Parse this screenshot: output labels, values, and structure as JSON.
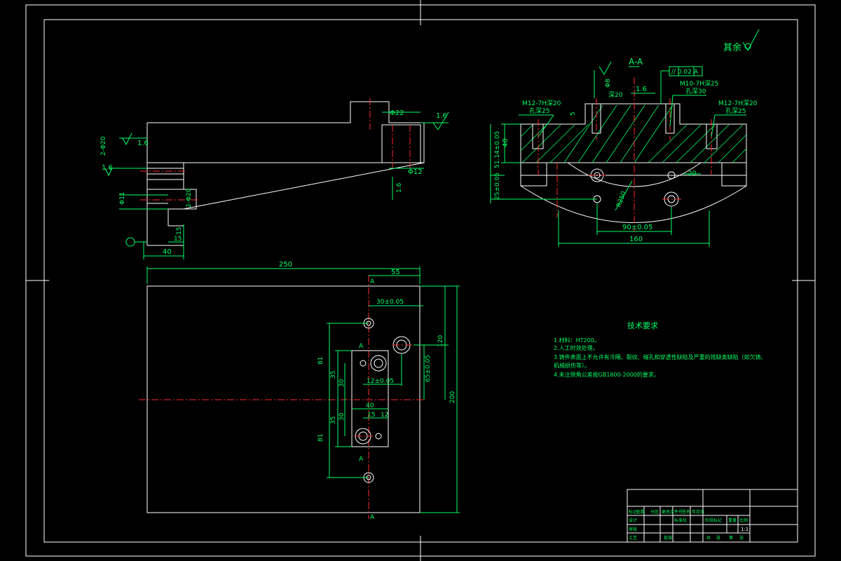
{
  "colors": {
    "background": "#000000",
    "outline": "#ffffff",
    "dimension": "#00ff66",
    "centerline": "#ff2a2a"
  },
  "roughness_note": "其余",
  "section_label": "A-A",
  "side_view": {
    "dims": {
      "d22": "Φ22",
      "ra16_top": "1.6",
      "ra16_left": "1.6",
      "ra16_low": "1.6",
      "ra16_mid": "1.6",
      "hole_top": "2-Φ20",
      "hole_mid": "Φ12",
      "hole_small": "2-Φ20",
      "d11": "Φ11",
      "w40": "40",
      "w15": "15",
      "w15b": "15"
    }
  },
  "section_view": {
    "flatness": "// 0.02 A",
    "ra16": "1.6",
    "d8": "Φ8",
    "deep20": "深20",
    "thread_left": "M12-7H深20",
    "hole_left": "孔深25",
    "thread_center": "M10-7H深25",
    "hole_center": "孔深30",
    "thread_right": "M12-7H深20",
    "hole_right": "孔深25",
    "h40": "40",
    "h51": "51.14±0.05",
    "h25": "25±0.05",
    "d20": "20",
    "r250": "R250",
    "w90": "90±0.05",
    "w160": "160",
    "dim5": "5"
  },
  "plan_view": {
    "w250": "250",
    "w55": "55",
    "w30": "30±0.05",
    "h120": "120",
    "h200": "200",
    "h81": "81",
    "h81b": "81",
    "h35": "35",
    "h35b": "35",
    "h30": "30",
    "h30b": "30",
    "w12": "12±0.05",
    "w40": "40",
    "w15": "15",
    "w12b": "12",
    "h65": "65±0.05",
    "label_a": "A",
    "label_a1": "A",
    "label_a2": "A",
    "label_a3": "A"
  },
  "tech": {
    "title": "技术要求",
    "lines": [
      "1.材料：HT200。",
      "2.人工时效处理。",
      "3.铸件表面上不允许有冷隔、裂纹、缩孔和穿透性缺陷及严重的残缺类缺陷（如欠铸、",
      "机械损伤等）。",
      "4.未注倒角公差按GB1800-2000的要求。"
    ]
  },
  "title_block": {
    "row1": [
      "标记",
      "处数",
      "分区",
      "更改文件号",
      "签名",
      "年月日"
    ],
    "row2": [
      "设计",
      "",
      "标准化"
    ],
    "row3": [
      "审核",
      ""
    ],
    "row4": [
      "工艺",
      "批准"
    ],
    "stage": [
      "阶段标记",
      "重量",
      "比例"
    ],
    "scale": "1:1",
    "sheets": [
      "共",
      "张",
      "第",
      "张"
    ]
  }
}
